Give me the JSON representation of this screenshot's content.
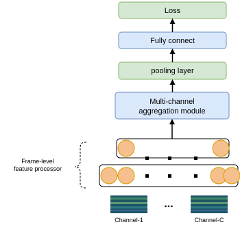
{
  "colors": {
    "green_fill": "#d5e8d4",
    "green_stroke": "#82b366",
    "blue_fill": "#dae8fc",
    "blue_stroke": "#6c8ebf",
    "node_fill": "#f5c08d",
    "node_stroke": "#d79b00",
    "arrow": "#000000"
  },
  "blocks": {
    "loss": "Loss",
    "fully_connect": "Fully connect",
    "pooling": "pooling layer",
    "aggregation_line1": "Multi-channel",
    "aggregation_line2": "aggregation module"
  },
  "processor": {
    "label_line1": "Frame-level",
    "label_line2": "feature processor"
  },
  "channels": {
    "first": "Channel-1",
    "last": "Channel-C",
    "ellipsis": "..."
  }
}
